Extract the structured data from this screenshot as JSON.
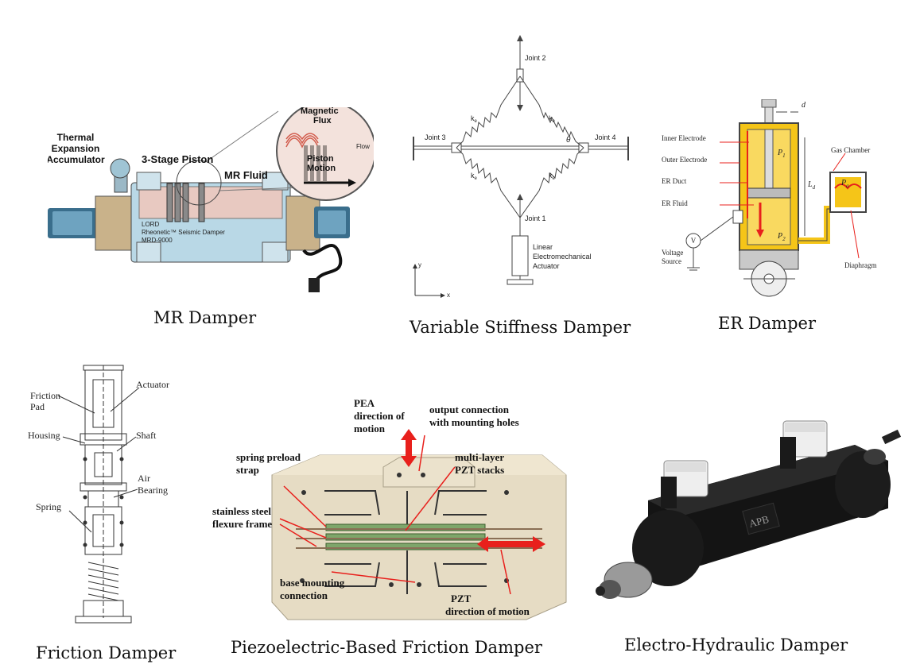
{
  "captions": {
    "mr": "MR Damper",
    "vs": "Variable Stiffness Damper",
    "er": "ER Damper",
    "friction": "Friction Damper",
    "piezo": "Piezoelectric-Based Friction Damper",
    "eh": "Electro-Hydraulic Damper"
  },
  "mr_damper": {
    "thermal": [
      "Thermal",
      "Expansion",
      "Accumulator"
    ],
    "piston_stage": "3-Stage Piston",
    "fluid": "MR Fluid",
    "flux": [
      "Magnetic",
      "Flux"
    ],
    "motion": [
      "Piston",
      "Motion"
    ],
    "flow": "Flow",
    "brand": [
      "LORD",
      "Rheonetic™ Seismic Damper",
      "MRD-9000"
    ]
  },
  "vs_damper": {
    "joint1": "Joint 1",
    "joint2": "Joint 2",
    "joint3": "Joint 3",
    "joint4": "Joint 4",
    "spring": "k",
    "spring_sub": "e",
    "theta": "θ",
    "actuator": [
      "Linear",
      "Electromechanical",
      "Actuator"
    ],
    "axis_x": "x",
    "axis_y": "y"
  },
  "er_damper": {
    "inner_electrode": "Inner Electrode",
    "outer_electrode": "Outer Electrode",
    "er_duct": "ER Duct",
    "er_fluid": "ER Fluid",
    "voltage_source": [
      "Voltage",
      "Source"
    ],
    "gas_chamber": "Gas Chamber",
    "diaphragm": "Diaphragm",
    "d": "d",
    "ld": "L",
    "ld_sub": "d",
    "p1": "P",
    "p1_sub": "1",
    "p2": "P",
    "p2_sub": "2",
    "pa": "P",
    "pa_sub": "a",
    "v": "V"
  },
  "friction_damper": {
    "friction_pad": [
      "Friction",
      "Pad"
    ],
    "actuator": "Actuator",
    "housing": "Housing",
    "shaft": "Shaft",
    "air_bearing": [
      "Air",
      "Bearing"
    ],
    "spring": "Spring"
  },
  "piezo_damper": {
    "pea": [
      "PEA",
      "direction of",
      "motion"
    ],
    "output": [
      "output connection",
      "with mounting holes"
    ],
    "spring": [
      "spring preload",
      "strap"
    ],
    "pzt_stacks": [
      "multi-layer",
      "PZT stacks"
    ],
    "frame": [
      "stainless steel",
      "flexure frame"
    ],
    "base": [
      "base mounting",
      "connection"
    ],
    "pzt_dir": [
      "PZT",
      "direction of motion"
    ]
  },
  "eh_damper": {
    "brand": "APB"
  },
  "colors": {
    "er_fluid": "#f5c518",
    "arrow_red": "#e8201c",
    "block_tan": "#e6dcc4",
    "valve_black": "#141414",
    "mr_body": "#b9d8e6"
  }
}
